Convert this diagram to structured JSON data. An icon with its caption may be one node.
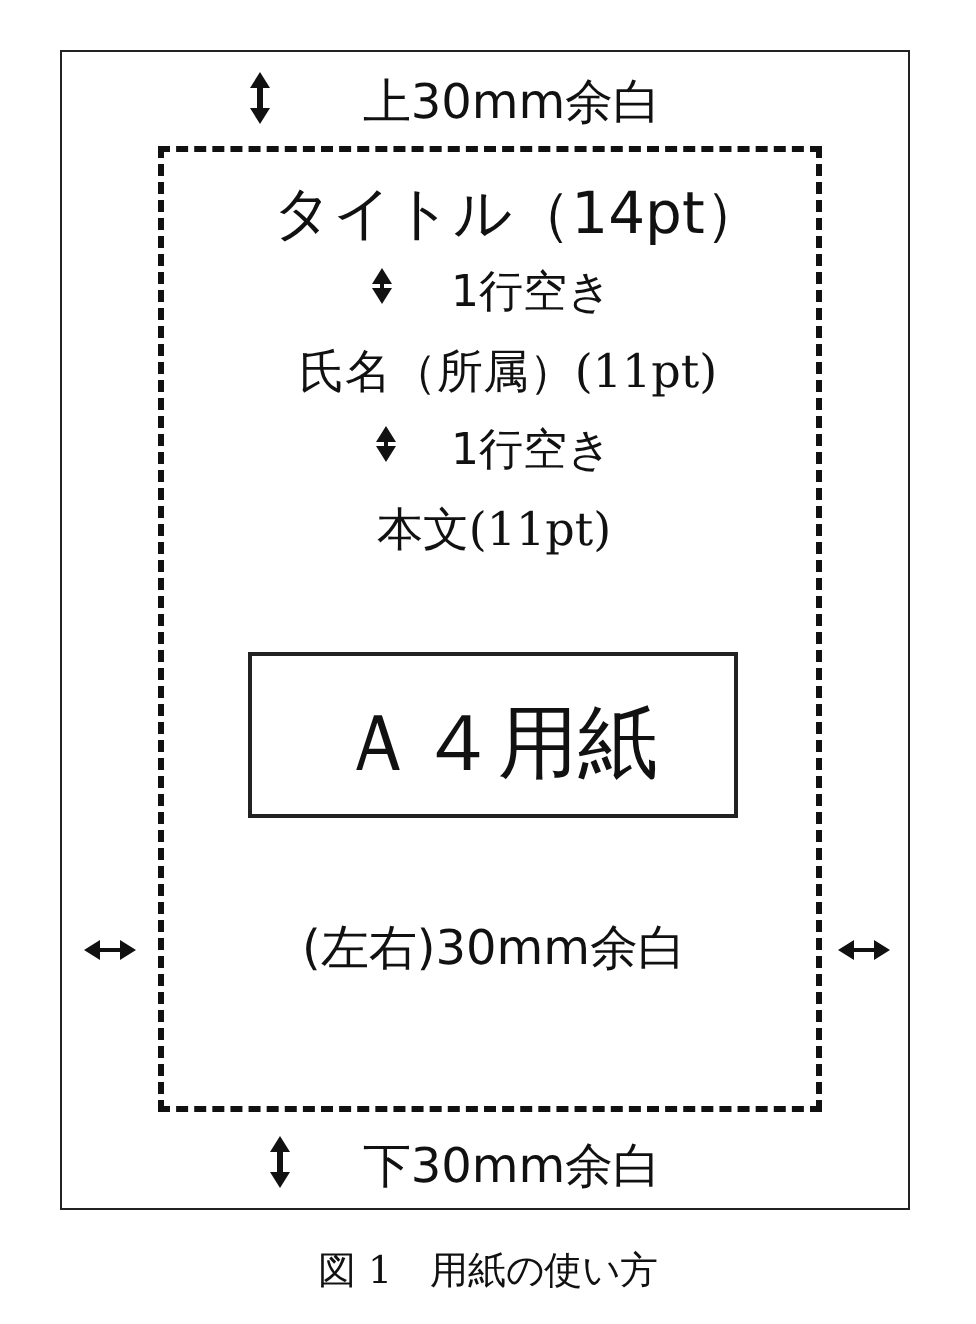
{
  "diagram": {
    "caption": "図 1　用紙の使い方",
    "nodes": [
      {
        "text": [
          "上30mm余白",
          "下30mm余白"
        ]
      },
      {
        "text": [
          "タイトル（14pt）",
          "1行空き",
          "氏名（所属）(11pt)",
          "1行空き",
          "本文(11pt)",
          "(左右)30mm余白"
        ],
        "in": 0
      },
      {
        "text": [
          "Ａ４用紙"
        ],
        "in": 1
      }
    ]
  }
}
